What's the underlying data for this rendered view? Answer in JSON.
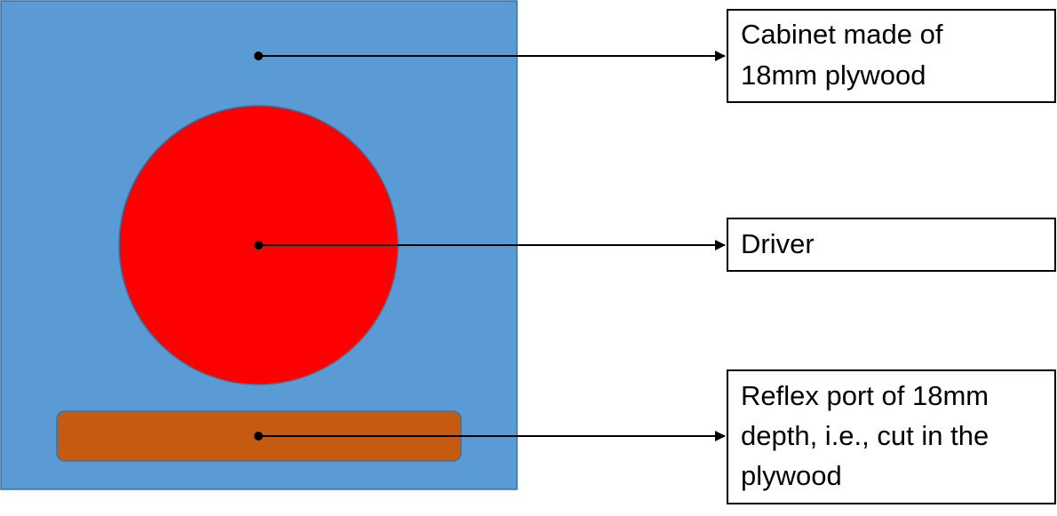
{
  "colors": {
    "cabinet_fill": "#5B9BD5",
    "cabinet_stroke": "#41719C",
    "driver_fill": "#FF0000",
    "driver_stroke": "#41719C",
    "port_fill": "#C55A11",
    "port_stroke": "#41719C",
    "leader_line": "#000000",
    "box_border": "#000000"
  },
  "labels": {
    "cabinet": "Cabinet made of\n18mm plywood",
    "driver": "Driver",
    "port": "Reflex port of 18mm\ndepth, i.e., cut in the\nplywood"
  }
}
